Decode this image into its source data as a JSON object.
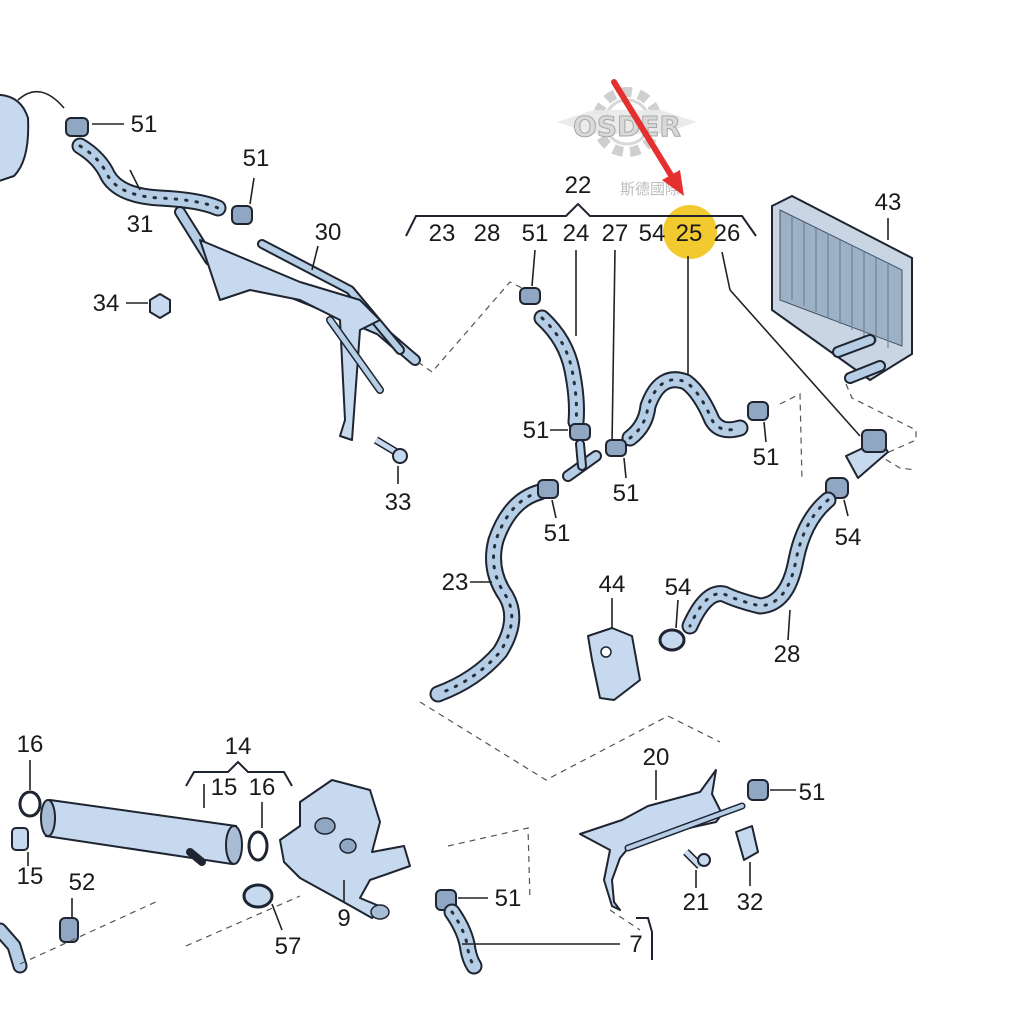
{
  "watermark": {
    "brand": "OSDER",
    "subtitle": "斯德國際"
  },
  "highlight": {
    "label": "25",
    "color": "#f2c319"
  },
  "arrow_color": "#e53030",
  "group22": {
    "label": "22",
    "members": [
      "23",
      "28",
      "51",
      "24",
      "27",
      "54",
      "25",
      "26"
    ]
  },
  "group14": {
    "label": "14",
    "members": [
      "15",
      "16"
    ]
  },
  "callouts": {
    "p51a": "51",
    "p51b": "51",
    "p51c": "51",
    "p51d": "51",
    "p51e": "51",
    "p51f": "51",
    "p51g": "51",
    "p51h": "51",
    "p51i": "51",
    "p31": "31",
    "p30": "30",
    "p34": "34",
    "p33": "33",
    "p43": "43",
    "p23": "23",
    "p44": "44",
    "p54a": "54",
    "p54b": "54",
    "p28": "28",
    "p20": "20",
    "p21": "21",
    "p32": "32",
    "p16a": "16",
    "p16b": "16",
    "p15a": "15",
    "p15b": "15",
    "p52": "52",
    "p57": "57",
    "p9": "9",
    "p7": "7"
  }
}
